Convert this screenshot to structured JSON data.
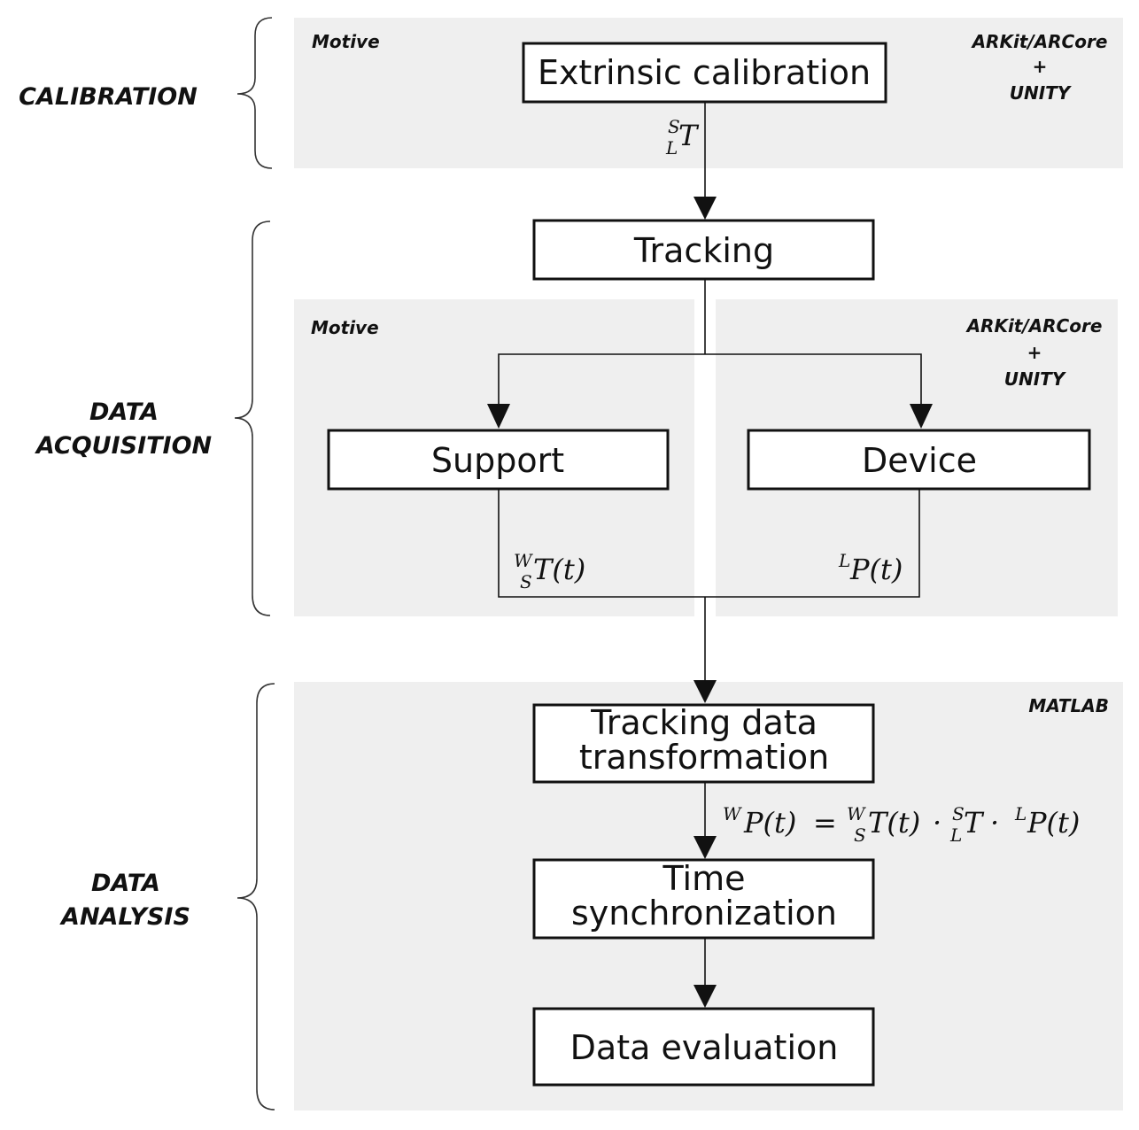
{
  "sections": {
    "calibration": "CALIBRATION",
    "acquisition_line1": "DATA",
    "acquisition_line2": "ACQUISITION",
    "analysis_line1": "DATA",
    "analysis_line2": "ANALYSIS"
  },
  "tools": {
    "motive": "Motive",
    "ar": "ARKit/ARCore",
    "plus": "+",
    "unity": "UNITY",
    "matlab": "MATLAB"
  },
  "boxes": {
    "extrinsic": "Extrinsic calibration",
    "tracking": "Tracking",
    "support": "Support",
    "device": "Device",
    "transform_line1": "Tracking data",
    "transform_line2": "transformation",
    "sync_line1": "Time",
    "sync_line2": "synchronization",
    "evaluation": "Data evaluation"
  },
  "math": {
    "S": "S",
    "L": "L",
    "W": "W",
    "T": "T",
    "Tt": "T(t)",
    "Pt": "P(t)",
    "eq": "=",
    "dot": "·"
  },
  "colors": {
    "panel": "#efefef",
    "stroke": "#111111"
  }
}
